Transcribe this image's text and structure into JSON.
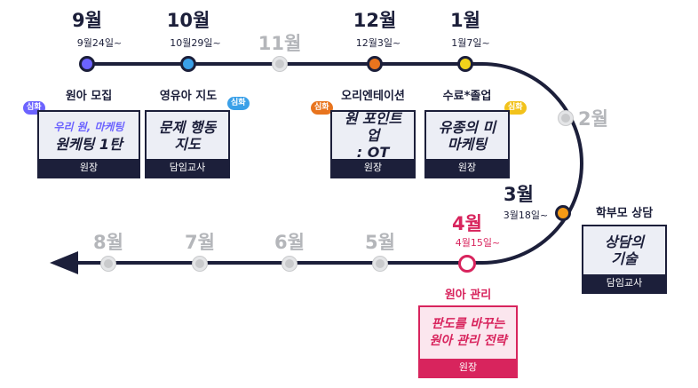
{
  "colors": {
    "navy": "#1c1f3a",
    "grey": "#c9cacc",
    "pink": "#d8245d",
    "purple": "#6c63ff",
    "blue": "#3aa0e8",
    "orange": "#e8741e",
    "yellow": "#f2d21b",
    "amber": "#f59a16"
  },
  "months": {
    "sep": {
      "label": "9월",
      "date": "9월24일~"
    },
    "oct": {
      "label": "10월",
      "date": "10월29일~"
    },
    "nov": {
      "label": "11월"
    },
    "dec": {
      "label": "12월",
      "date": "12월3일~"
    },
    "jan": {
      "label": "1월",
      "date": "1월7일~"
    },
    "feb": {
      "label": "2월"
    },
    "mar": {
      "label": "3월",
      "date": "3월18일~"
    },
    "apr": {
      "label": "4월",
      "date": "4월15일~"
    },
    "may": {
      "label": "5월"
    },
    "jun": {
      "label": "6월"
    },
    "jul": {
      "label": "7월"
    },
    "aug": {
      "label": "8월"
    }
  },
  "events": {
    "sep": {
      "title": "원아 모집",
      "badge": "심화",
      "body_line1": "우리 원, 마케팅",
      "body_line2": "원케팅 1탄",
      "footer": "원장"
    },
    "oct": {
      "title": "영유아 지도",
      "badge": "심화",
      "body_line1": "문제 행동",
      "body_line2": "지도",
      "footer": "담임교사"
    },
    "dec": {
      "title": "오리엔테이션",
      "badge": "심화",
      "body_line1": "원 포인트 업",
      "body_line2": ": OT",
      "footer": "원장"
    },
    "jan": {
      "title": "수료*졸업",
      "badge": "심화",
      "body_line1": "유종의 미",
      "body_line2": "마케팅",
      "footer": "원장"
    },
    "mar": {
      "title": "학부모 상담",
      "body_line1": "상담의",
      "body_line2": "기술",
      "footer": "담임교사"
    },
    "apr": {
      "title": "원아 관리",
      "body_line1": "판도를 바꾸는",
      "body_line2": "원아 관리 전략",
      "footer": "원장"
    }
  }
}
